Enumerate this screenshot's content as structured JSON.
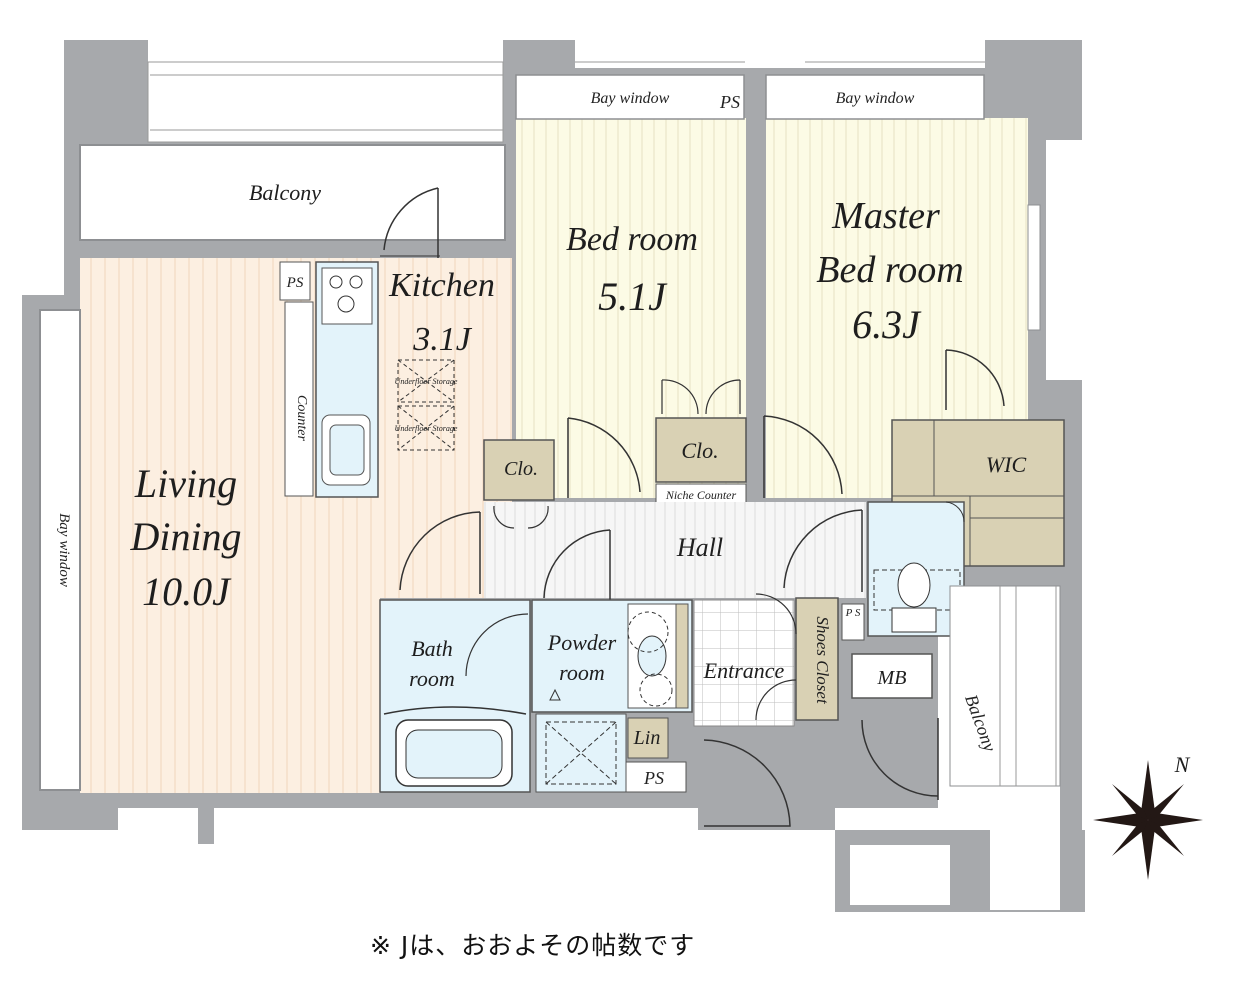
{
  "rooms": {
    "balcony_top": "Balcony",
    "balcony_right": "Balcony",
    "bay_window_bed": "Bay window",
    "bay_window_master": "Bay window",
    "bay_window_left": "Bay window",
    "ps_top": "PS",
    "ps_kitchen": "PS",
    "ps_entrance": "P S",
    "ps_bath": "PS",
    "kitchen_name": "Kitchen",
    "kitchen_size": "3.1J",
    "bedroom_name": "Bed room",
    "bedroom_size": "5.1J",
    "master_name_1": "Master",
    "master_name_2": "Bed room",
    "master_size": "6.3J",
    "living_1": "Living",
    "living_2": "Dining",
    "living_size": "10.0J",
    "counter": "Counter",
    "underfloor_1": "Underfloor Storage",
    "underfloor_2": "Underfloor Storage",
    "clo_left": "Clo.",
    "clo_bed": "Clo.",
    "niche_counter": "Niche Counter",
    "wic": "WIC",
    "hall": "Hall",
    "bath_1": "Bath",
    "bath_2": "room",
    "powder_1": "Powder",
    "powder_2": "room",
    "lin": "Lin",
    "entrance": "Entrance",
    "shoes_closet": "Shoes Closet",
    "mb": "MB"
  },
  "compass": {
    "north": "N"
  },
  "note": "※ Jは、おおよその帖数です",
  "colors": {
    "wall": "#a7a9ac",
    "living_floor": "#fcefe1",
    "bedroom_floor": "#fcfbe5",
    "hall_floor": "#f4f4f4",
    "wet_area": "#e3f3fa",
    "storage": "#d9d1b4"
  }
}
